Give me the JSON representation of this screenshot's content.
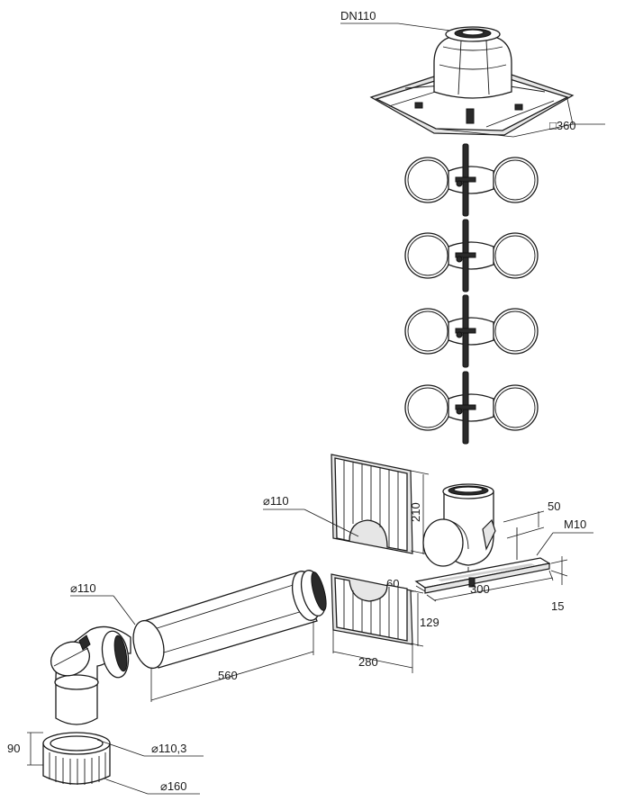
{
  "labels": {
    "roof_dn": "DN110",
    "roof_square": "□360",
    "pipe_dia_wall": "⌀110",
    "wall_height": "210",
    "bracket_width": "50",
    "bracket_bolt": "M10",
    "bracket_offset": "60",
    "bracket_length": "300",
    "bracket_height": "15",
    "wall_lower_height": "129",
    "wall_width": "280",
    "pipe_dia_elbow": "⌀110",
    "pipe_length": "560",
    "sleeve_height": "90",
    "sleeve_inner_dia": "⌀110,3",
    "sleeve_outer_dia": "⌀160"
  }
}
